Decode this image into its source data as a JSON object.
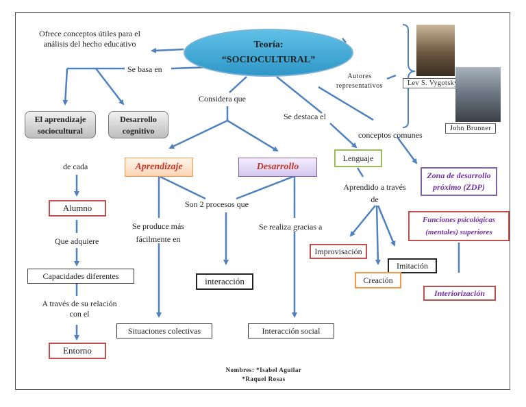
{
  "title": {
    "line1": "Teoría:",
    "line2": "“SOCIOCULTURAL”"
  },
  "top_left": {
    "line1": "Ofrece  conceptos  útiles  para el",
    "line2": "análisis  del hecho educativo"
  },
  "connectors": {
    "se_basa_en": "Se basa en",
    "considera_que": "Considera  que",
    "se_destaca_el": "Se destaca  el",
    "conceptos_comunes": "conceptos  comunes",
    "autores_line1": "Autores",
    "autores_line2": "representativos",
    "de_cada": "de cada",
    "que_adquiere": "Que adquiere",
    "a_traves_line1": "A través  de su relación",
    "a_traves_line2": "con el",
    "son_2_procesos": "Son 2 procesos  que",
    "se_produce_line1": "Se produce  más",
    "se_produce_line2": "fácilmente  en",
    "se_realiza": "Se realiza  gracias a",
    "aprendido_line1": "Aprendido   a través",
    "aprendido_line2": "de"
  },
  "boxes": {
    "el_aprendizaje": "El aprendizaje sociocultural",
    "desarrollo_cognitivo": "Desarrollo cognitivo",
    "alumno": "Alumno",
    "capacidades": "Capacidades  diferentes",
    "entorno": "Entorno",
    "aprendizaje": "Aprendizaje",
    "desarrollo": "Desarrollo",
    "interaccion": "interacción",
    "situaciones": "Situaciones  colectivas",
    "interaccion_social": "Interacción  social",
    "lenguaje": "Lenguaje",
    "improvisacion": "Improvisación",
    "imitacion": "Imitación",
    "creacion": "Creación",
    "zdp_line1": "Zona de desarrollo",
    "zdp_line2": "próximo (ZDP)",
    "funciones_line1": "Funciones psicológicas",
    "funciones_line2": "(mentales)  superiores",
    "interiorizacion": "Interiorización"
  },
  "authors": {
    "vygotsky": "Lev S. Vygotsky",
    "brunner": "John  Brunner"
  },
  "footer": {
    "line1": "Nombres:  *Isabel Aguilar",
    "line2": "*Raquel Rosas"
  },
  "colors": {
    "arrow": "#4f81bd",
    "ellipse": "#2f97c8",
    "red_border": "#c0504d",
    "purple_border": "#8064a2",
    "orange_border": "#f79646",
    "green_border": "#9bbb59",
    "accent_red": "#c0392b",
    "accent_purple": "#7030a0"
  }
}
